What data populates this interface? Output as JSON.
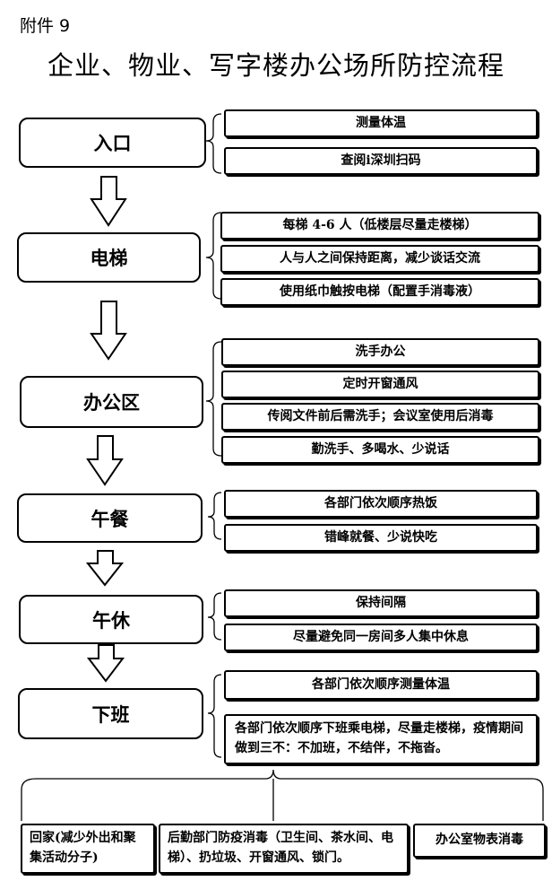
{
  "header": {
    "attachment": "附件 9",
    "title": "企业、物业、写字楼办公场所防控流程"
  },
  "stages": [
    {
      "name": "入口",
      "items": [
        "测量体温",
        "查阅i深圳扫码"
      ]
    },
    {
      "name": "电梯",
      "items": [
        "每梯 4-6 人（低楼层尽量走楼梯）",
        "人与人之间保持距离，减少谈话交流",
        "使用纸巾触按电梯（配置手消毒液）"
      ]
    },
    {
      "name": "办公区",
      "items": [
        "洗手办公",
        "定时开窗通风",
        "传阅文件前后需洗手；会议室使用后消毒",
        "勤洗手、多喝水、少说话"
      ]
    },
    {
      "name": "午餐",
      "items": [
        "各部门依次顺序热饭",
        "错峰就餐、少说快吃"
      ]
    },
    {
      "name": "午休",
      "items": [
        "保持间隔",
        "尽量避免同一房间多人集中休息"
      ]
    },
    {
      "name": "下班",
      "items": [
        "各部门依次顺序测量体温",
        "各部门依次顺序下班乘电梯，尽量走楼梯，疫情期间做到三不：不加班，不结伴，不拖沓。"
      ]
    }
  ],
  "outcomes": [
    "回家(减少外出和聚集活动分子)",
    "后勤部门防疫消毒（卫生间、茶水间、电梯）、扔垃圾、开窗通风、锁门。",
    "办公室物表消毒"
  ]
}
